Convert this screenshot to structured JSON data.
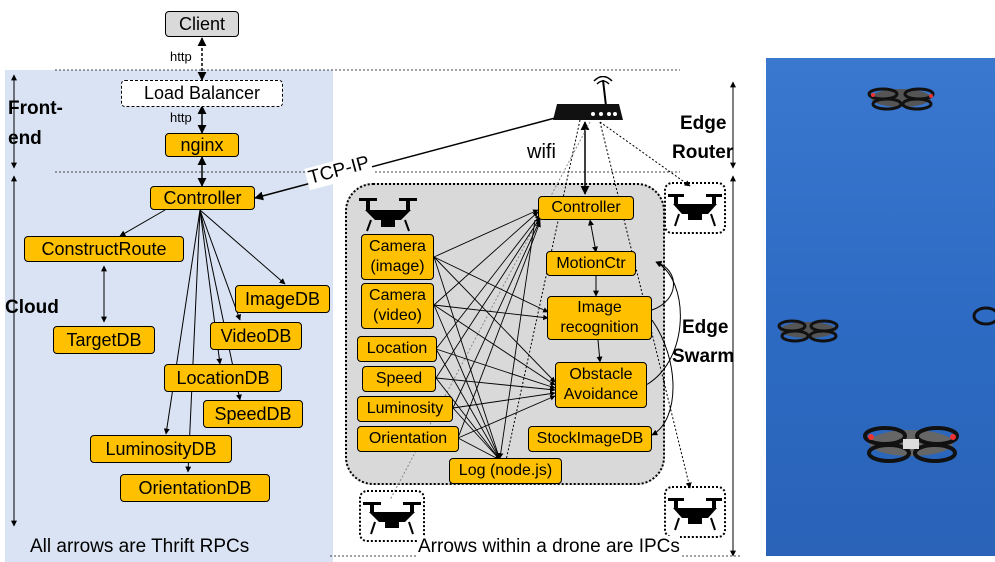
{
  "colors": {
    "cloud_bg": "#dae3f3",
    "box_fill": "#ffc000",
    "swarm_bg": "#d9d9d9",
    "client_fill": "#d9d9d9",
    "sky": "#2f6fc9"
  },
  "client": "Client",
  "http_top": "http",
  "load_balancer": "Load Balancer",
  "http_mid": "http",
  "nginx": "nginx",
  "frontend_label": [
    "Front-",
    "end"
  ],
  "cloud_label": "Cloud",
  "tcp_label": "TCP-IP",
  "wifi_label": "wifi",
  "edge_router_label": [
    "Edge",
    "Router"
  ],
  "edge_swarm_label": [
    "Edge",
    "Swarm"
  ],
  "cloud_services": {
    "controller": "Controller",
    "construct_route": "ConstructRoute",
    "target_db": "TargetDB",
    "image_db": "ImageDB",
    "video_db": "VideoDB",
    "location_db": "LocationDB",
    "speed_db": "SpeedDB",
    "luminosity_db": "LuminosityDB",
    "orientation_db": "OrientationDB"
  },
  "drone_sensors": [
    "Camera\n(image)",
    "Camera\n(video)",
    "Location",
    "Speed",
    "Luminosity",
    "Orientation"
  ],
  "drone_services": {
    "controller": "Controller",
    "motion": "MotionCtr",
    "image_recognition": "Image\nrecognition",
    "obstacle": "Obstacle\nAvoidance",
    "stock_image_db": "StockImageDB",
    "log": "Log (node.js)"
  },
  "footer_left": "All arrows are Thrift RPCs",
  "footer_right": "Arrows within a drone are IPCs",
  "photo_icons": [
    "drone-icon",
    "drone-icon",
    "drone-icon",
    "drone-icon"
  ]
}
